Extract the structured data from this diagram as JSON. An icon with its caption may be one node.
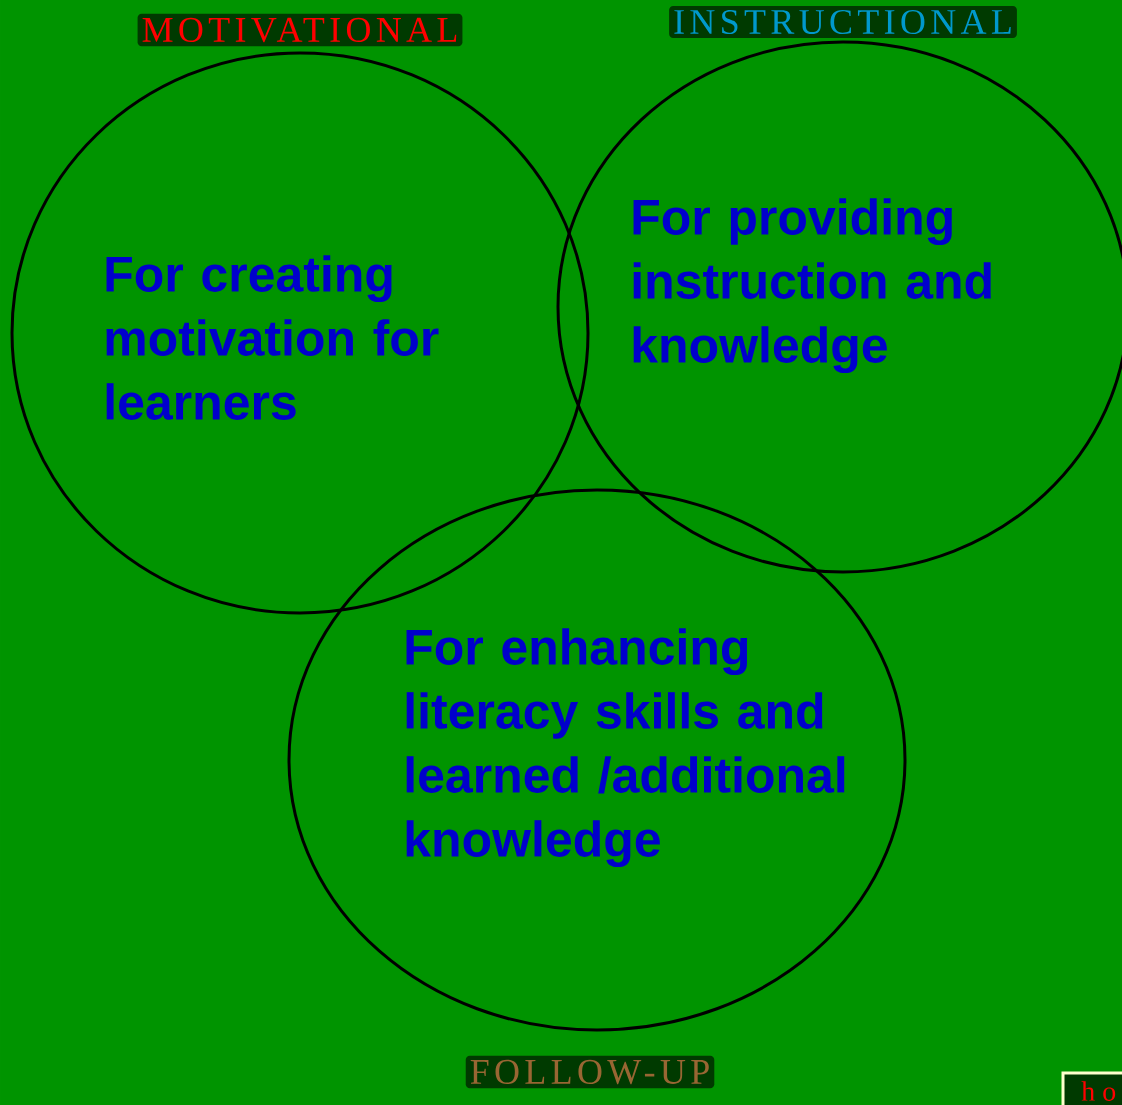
{
  "diagram": {
    "nodes": [
      {
        "text": [
          "MOTIVATIONAL",
          "For creating motivation for learners"
        ]
      },
      {
        "text": [
          "INSTRUCTIONAL",
          "For providing instruction and knowledge"
        ]
      },
      {
        "text": [
          "For enhancing literacy skills and learned /additional knowledge",
          "FOLLOW-UP"
        ]
      },
      {
        "text": [
          "h o"
        ]
      }
    ]
  }
}
